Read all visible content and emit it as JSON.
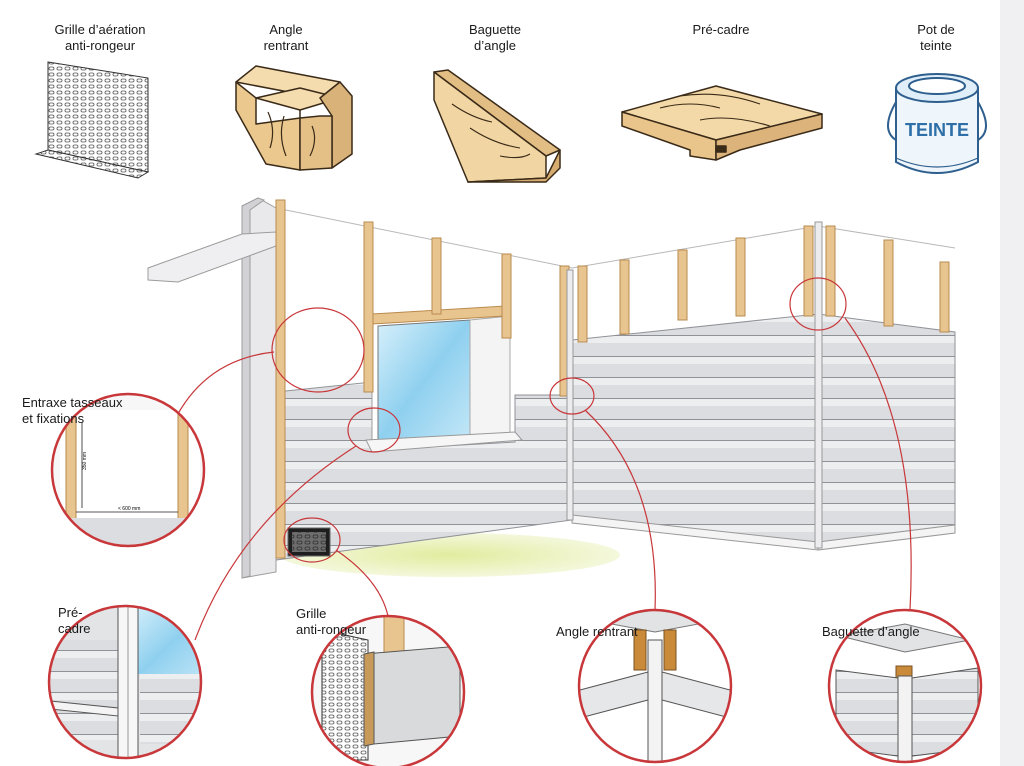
{
  "components": {
    "grille": "Grille d’aération\nanti-rongeur",
    "angle_rentrant": "Angle\nrentrant",
    "baguette": "Baguette\nd’angle",
    "pre_cadre": "Pré-cadre",
    "pot": "Pot de\nteinte",
    "pot_text": "TEINTE"
  },
  "details": {
    "entraxe": "Entraxe tasseaux\net fixations",
    "entraxe_v": "350 mm",
    "entraxe_h": "< 600 mm",
    "pre_cadre": "Pré-\ncadre",
    "grille": "Grille\nanti-rongeur",
    "angle_rentrant": "Angle rentrant",
    "baguette": "Baguette d’angle"
  },
  "colors": {
    "wood": "#e8c48e",
    "wood_dark": "#b98a4e",
    "siding": "#dfe0e2",
    "callout": "#c8373a",
    "glass": "#a9dcf3",
    "grass": "#e6efb4",
    "paint_text": "#2e6fa8"
  }
}
